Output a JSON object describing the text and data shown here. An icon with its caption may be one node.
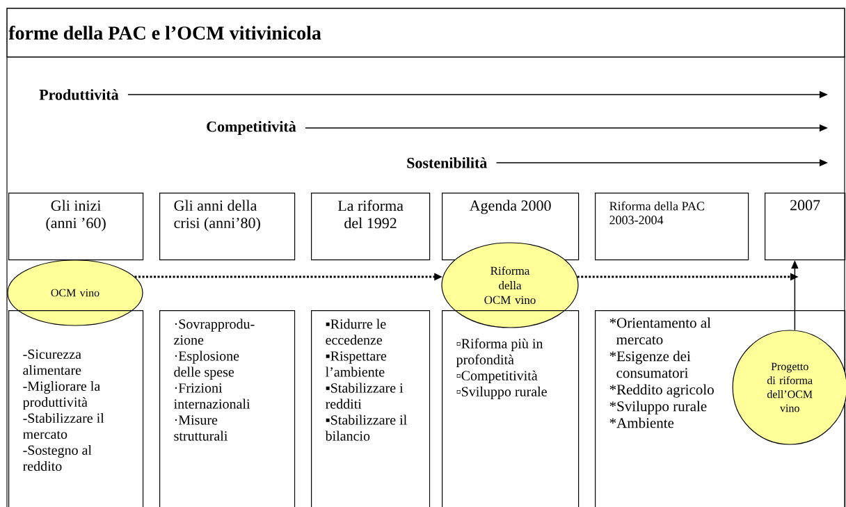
{
  "diagram": {
    "title": "forme della PAC e l’OCM vitivinicola",
    "nodes": [
      {
        "text": [
          "Produttività"
        ]
      },
      {
        "text": [
          "Competitività"
        ]
      },
      {
        "text": [
          "Sostenibilità"
        ]
      },
      {
        "text": [
          "Gli inizi (anni ’60)"
        ]
      },
      {
        "text": [
          "Gli anni della crisi (anni’80)"
        ]
      },
      {
        "text": [
          "La riforma del 1992"
        ]
      },
      {
        "text": [
          "Agenda 2000"
        ]
      },
      {
        "text": [
          "Riforma della PAC 2003-2004"
        ]
      },
      {
        "text": [
          "2007"
        ]
      },
      {
        "text": [
          "OCM vino"
        ]
      },
      {
        "text": [
          "Riforma della OCM vino"
        ]
      },
      {
        "text": [
          "-Sicurezza alimentare",
          "-Migliorare la produttività",
          "-Stabilizzare il mercato",
          "-Sostegno al reddito"
        ]
      },
      {
        "text": [
          "·Sovrapprodu-zione",
          "·Esplosione delle spese",
          "·Frizioni internazionali",
          "·Misure strutturali"
        ]
      },
      {
        "text": [
          "▪Ridurre le eccedenze",
          "▪Rispettare l’ambiente",
          "▪Stabilizzare i redditi",
          "▪Stabilizzare il bilancio"
        ]
      },
      {
        "text": [
          "▫Riforma più in profondità",
          "▫Competitività",
          "▫Sviluppo rurale"
        ]
      },
      {
        "text": [
          "*Orientamento al mercato",
          "*Esigenze dei consumatori",
          "*Reddito agricolo",
          "*Sviluppo rurale",
          "*Ambiente"
        ]
      },
      {
        "text": [
          "Progetto di riforma dell’OCM vino"
        ],
        "in": 15
      }
    ],
    "edges": [
      {
        "from": 0,
        "to": null,
        "arrow": "to"
      },
      {
        "from": 1,
        "to": null,
        "arrow": "to"
      },
      {
        "from": 2,
        "to": null,
        "arrow": "to"
      },
      {
        "from": 9,
        "to": 10,
        "arrow": "to",
        "style": "dashed"
      },
      {
        "from": 10,
        "to": null,
        "arrow": "to",
        "style": "dashed"
      },
      {
        "from": 16,
        "to": 8,
        "arrow": "to"
      }
    ]
  }
}
